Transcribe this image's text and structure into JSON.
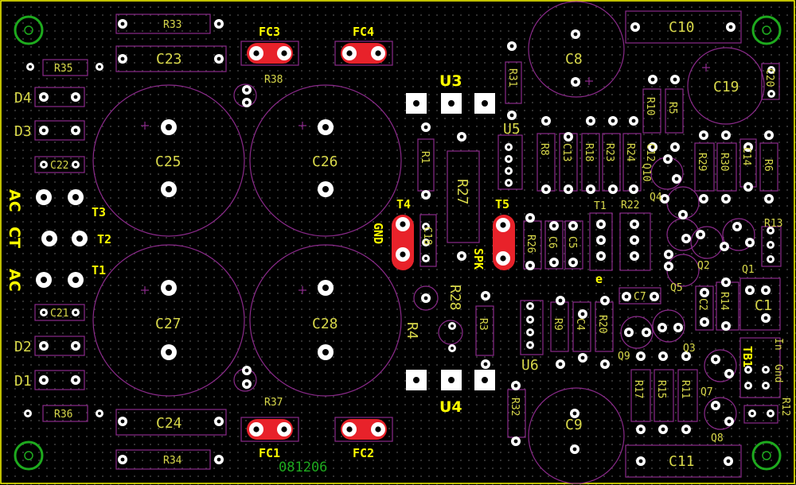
{
  "labels": {
    "R33": "R33",
    "C23": "C23",
    "R35": "R35",
    "R38": "R38",
    "FC3": "FC3",
    "FC4": "FC4",
    "U3": "U3",
    "R31": "R31",
    "C8": "C8",
    "C10": "C10",
    "C19": "C19",
    "C20": "C20",
    "D4": "D4",
    "D3": "D3",
    "C22": "C22",
    "C25": "C25",
    "C26": "C26",
    "R1": "R1",
    "R27": "R27",
    "U5": "U5",
    "R8": "R8",
    "C13": "C13",
    "R18": "R18",
    "R23": "R23",
    "R24": "R24",
    "R10": "R10",
    "R5": "R5",
    "C12": "C12",
    "Q10": "Q10",
    "Q4": "Q4",
    "R29": "R29",
    "R30": "R30",
    "C14": "C14",
    "R6": "R6",
    "AC1": "AC",
    "CT": "CT",
    "AC2": "AC",
    "T3": "T3",
    "T2": "T2",
    "T1a": "T1",
    "T4": "T4",
    "GND": "GND",
    "C18": "C18",
    "T5": "T5",
    "SPK": "SPK",
    "R26": "R26",
    "C6": "C6",
    "C5": "C5",
    "T1b": "T1",
    "R22": "R22",
    "R13": "R13",
    "Q2": "Q2",
    "Q1": "Q1",
    "Q5": "Q5",
    "e": "e",
    "C21": "C21",
    "C27": "C27",
    "C28": "C28",
    "R28": "R28",
    "R4": "R4",
    "R3": "R3",
    "C7": "C7",
    "C2": "C2",
    "R14": "R14",
    "C1": "C1",
    "R9": "R9",
    "C4": "C4",
    "R20": "R20",
    "U6": "U6",
    "Q9": "Q9",
    "Q3": "Q3",
    "TB1": "TB1",
    "Gnd": "Gnd",
    "In": "In",
    "D2": "D2",
    "D1": "D1",
    "R36": "R36",
    "R37": "R37",
    "U4": "U4",
    "R32": "R32",
    "C9": "C9",
    "R17": "R17",
    "R15": "R15",
    "R11": "R11",
    "Q7": "Q7",
    "Q8": "Q8",
    "R12": "R12",
    "C24": "C24",
    "FC1": "FC1",
    "FC2": "FC2",
    "R34": "R34",
    "C11": "C11",
    "date": "081206"
  },
  "colors": {
    "board": "#000000",
    "edge": "#ffff00",
    "outline": "#8a2a8a",
    "copper": "#ffffff",
    "jumper": "#e8222a",
    "mount": "#1eaa1e",
    "silk": "#d7d74a"
  }
}
